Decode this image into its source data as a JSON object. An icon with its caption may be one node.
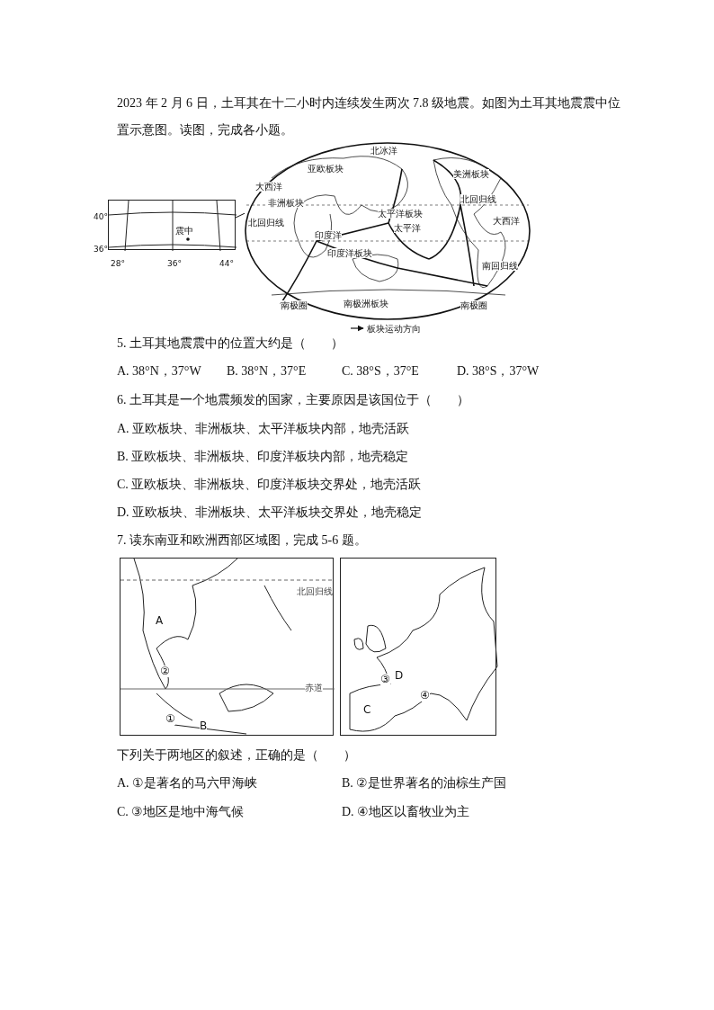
{
  "diagram": {
    "nodes": [
      {
        "text": [
          "震中"
        ]
      },
      {
        "text": [
          "北冰洋",
          "亚欧板块",
          "大西洋",
          "非洲板块",
          "北回归线",
          "印度洋",
          "太平洋板块",
          "太平洋",
          "美洲板块",
          "北回归线",
          "大西洋",
          "印度洋板块",
          "南回归线",
          "南极圈",
          "南极洲板块",
          "南极圈"
        ]
      },
      {
        "text": [
          "北回归线",
          "A",
          "②",
          "赤道",
          "①",
          "B"
        ]
      },
      {
        "text": [
          "③",
          "D",
          "④",
          "C"
        ]
      }
    ],
    "edges": [
      {
        "from": 0,
        "to": 1,
        "arrow": "none"
      }
    ],
    "labels": [
      "2023 年 2 月 6 日，土耳其在十二小时内连续发生两次 7.8 级地震。如图为土耳其地震震中位置示意图。读图，完成各小题。",
      "40°",
      "36°",
      "28°",
      "36°",
      "44°",
      "5.  土耳其地震震中的位置大约是（　　）",
      "A. 38°N，37°W",
      "B. 38°N，37°E",
      "C. 38°S，37°E",
      "D. 38°S，37°W",
      "6.  土耳其是一个地震频发的国家，主要原因是该国位于（　　）",
      "A. 亚欧板块、非洲板块、太平洋板块内部，地壳活跃",
      "B. 亚欧板块、非洲板块、印度洋板块内部，地壳稳定",
      "C. 亚欧板块、非洲板块、印度洋板块交界处，地壳活跃",
      "D. 亚欧板块、非洲板块、太平洋板块交界处，地壳稳定",
      "7.  读东南亚和欧洲西部区域图，完成 5-6 题。",
      "下列关于两地区的叙述，正确的是（　　）",
      "A. ①是著名的马六甲海峡",
      "B. ②是世界著名的油棕生产国",
      "C. ③地区是地中海气候",
      "D. ④地区以畜牧业为主"
    ],
    "legend": [
      {
        "text": "板块运动方向"
      }
    ]
  }
}
